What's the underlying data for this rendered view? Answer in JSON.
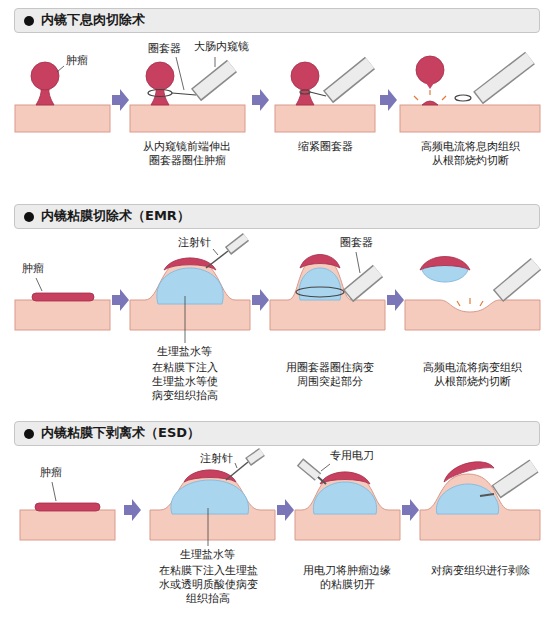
{
  "diagram": {
    "nodes": [
      {
        "text": [
          "内镜下息肉切除术"
        ]
      },
      {
        "text": [
          "内镜粘膜切除术（EMR）"
        ]
      },
      {
        "text": [
          "内镜粘膜下剥离术（ESD）"
        ]
      }
    ],
    "labels": [
      "肿瘤",
      "圈套器",
      "大肠内窥镜",
      "从内窥镜前端伸出圈套器圈住肿瘤",
      "缩紧圈套器",
      "高频电流将息肉组织从根部烧灼切断",
      "肿瘤",
      "注射针",
      "生理盐水等",
      "在粘膜下注入生理盐水等使病变组织抬高",
      "圈套器",
      "用圈套器圈住病变周围突起部分",
      "高频电流将病变组织从根部烧灼切断",
      "肿瘤",
      "注射针",
      "生理盐水等",
      "在粘膜下注入生理盐水或透明质酸使病变组织抬高",
      "专用电刀",
      "用电刀将肿瘤边缘的粘膜切开",
      "对病变组织进行剥除"
    ]
  }
}
